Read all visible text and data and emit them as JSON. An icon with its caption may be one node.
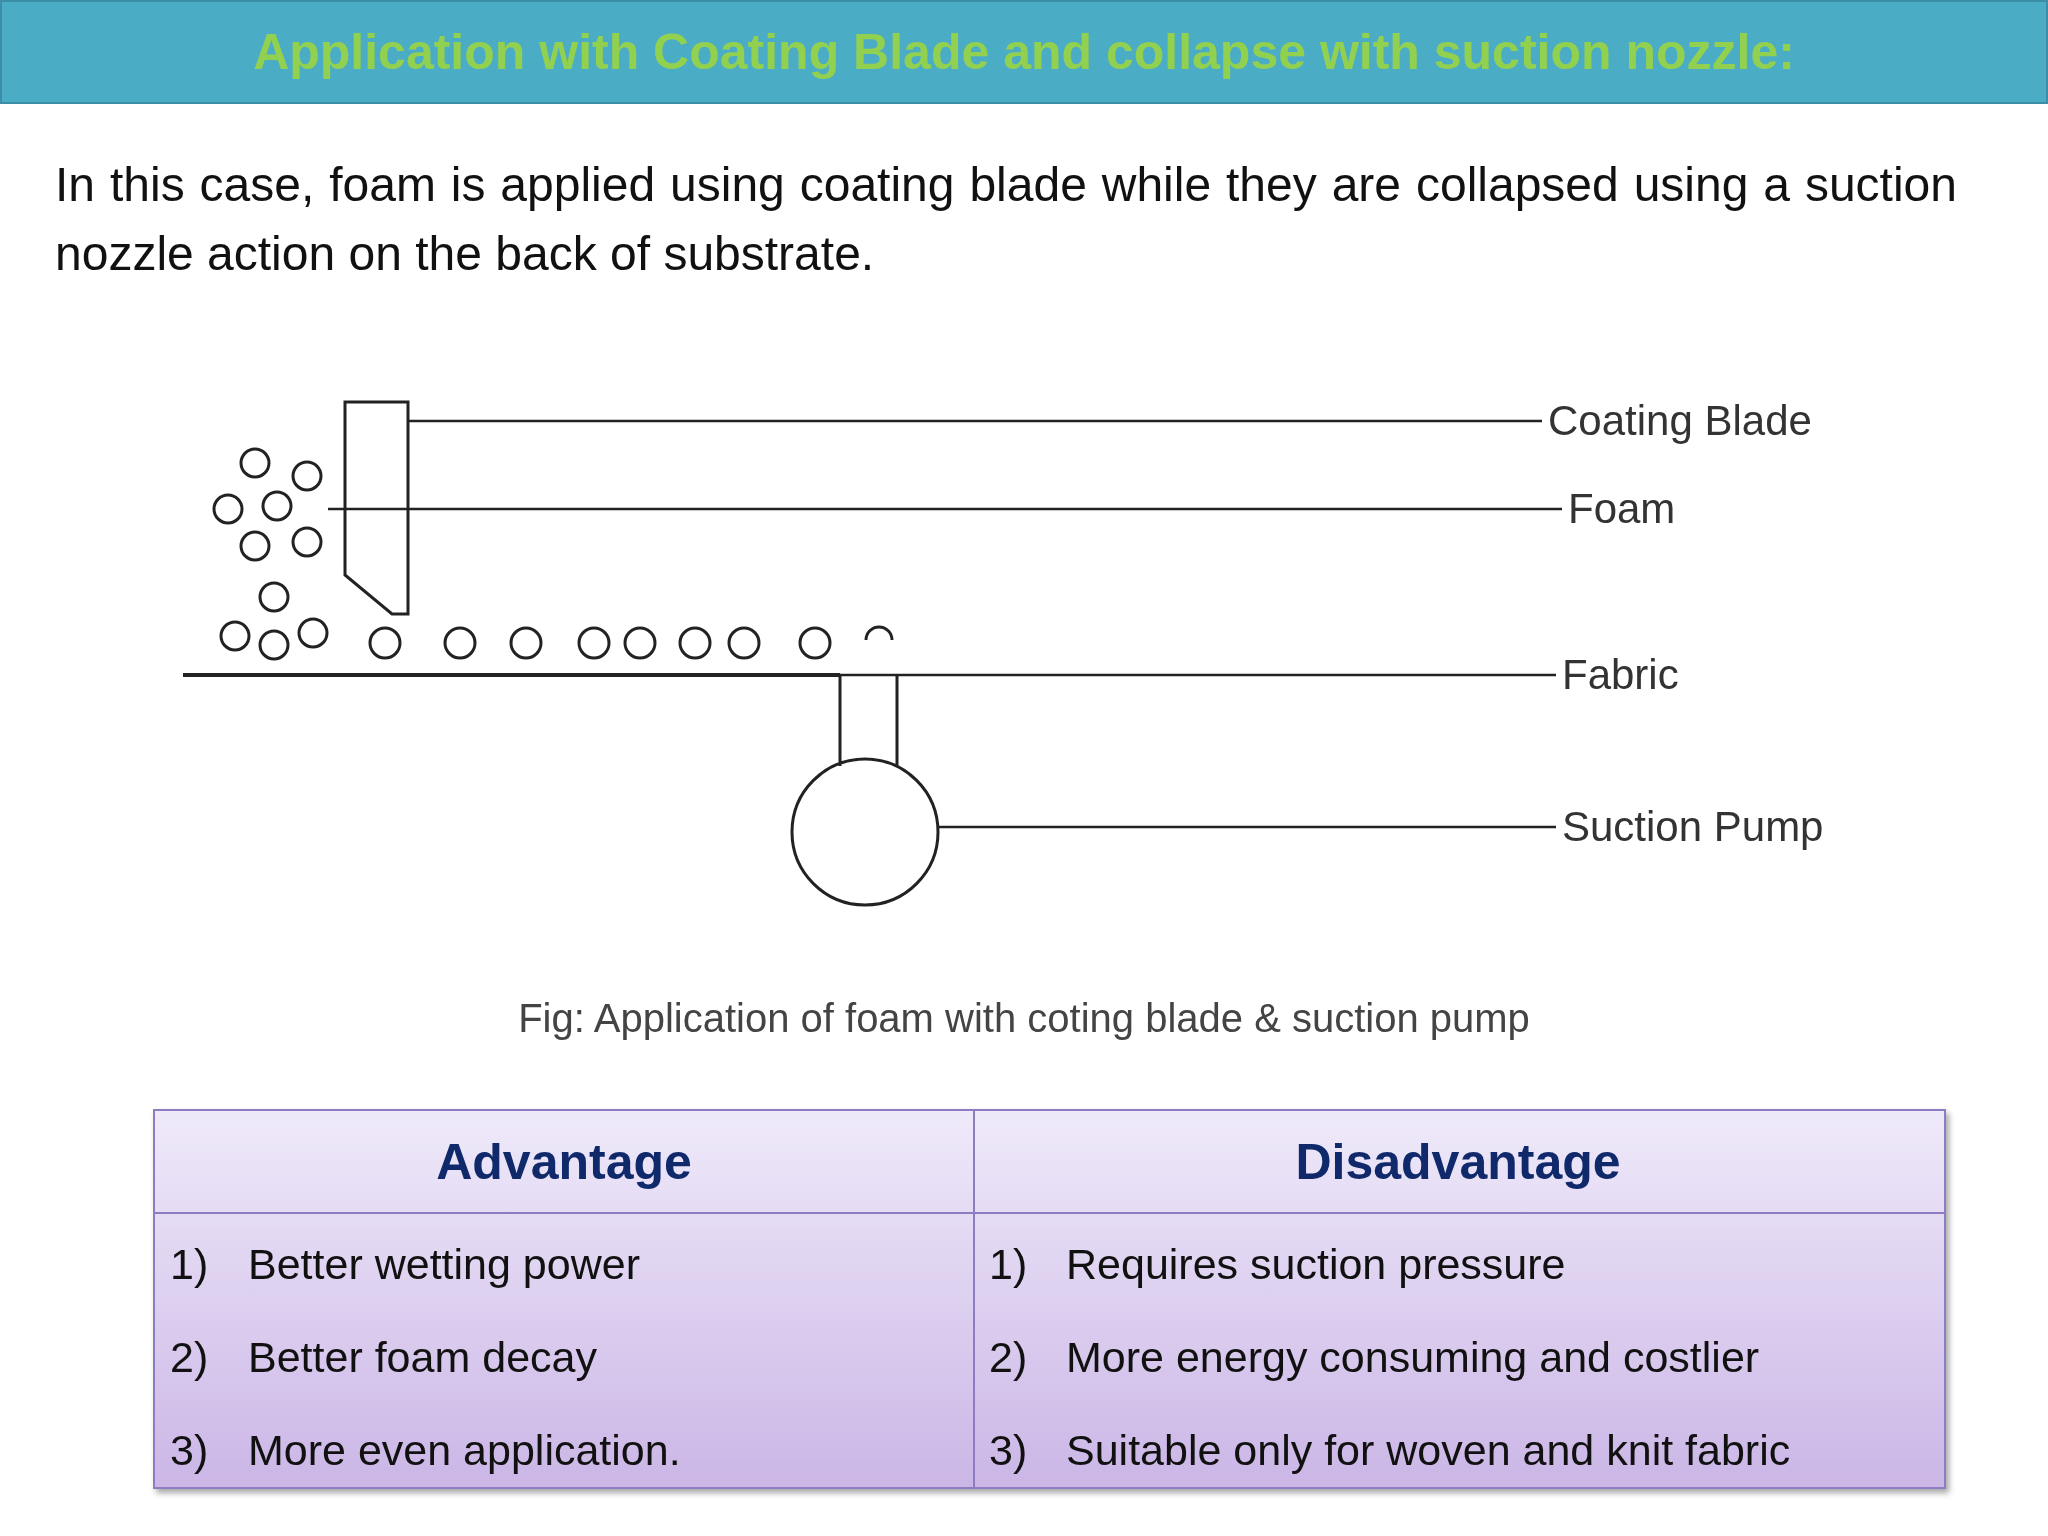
{
  "diagram": {
    "title": "Application with Coating Blade and collapse with suction nozzle:",
    "caption": "Fig: Application of foam with coting blade & suction pump",
    "nodes": [
      {
        "text": [
          "Coating Blade"
        ]
      },
      {
        "text": [
          "Foam"
        ]
      },
      {
        "text": [
          "Fabric"
        ]
      },
      {
        "text": [
          "Suction Pump"
        ]
      },
      {
        "text": [],
        "shape": "box"
      },
      {
        "text": [],
        "shape": "circle"
      },
      {
        "text": [],
        "shape": "bar"
      },
      {
        "text": [],
        "shape": "circle"
      }
    ],
    "edges": [
      {
        "from": 0,
        "to": 4,
        "arrow": "none"
      },
      {
        "from": 1,
        "to": 5,
        "arrow": "none"
      },
      {
        "from": 2,
        "to": 6,
        "arrow": "none"
      },
      {
        "from": 3,
        "to": 7,
        "arrow": "none"
      }
    ],
    "labels": [
      "In this case, foam is applied using coating blade while they are collapsed using a suction nozzle action on the back of substrate.",
      "Advantage",
      "Disadvantage",
      "1)",
      "Better wetting power",
      "1)",
      "Requires suction pressure",
      "2)",
      "Better foam decay",
      "2)",
      "More energy consuming and costlier",
      "3)",
      "More even application.",
      "3)",
      "Suitable only for woven and knit fabric"
    ]
  }
}
